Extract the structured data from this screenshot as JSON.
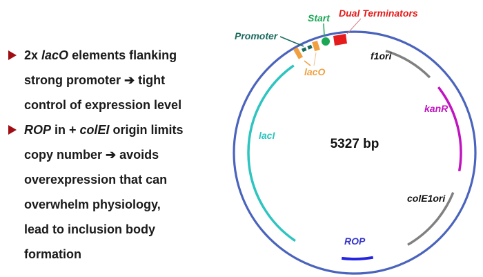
{
  "bullets": [
    {
      "lines": [
        [
          {
            "t": "2x "
          },
          {
            "t": "lacO",
            "i": true
          },
          {
            "t": " elements flanking"
          }
        ],
        [
          {
            "t": "strong promoter ➔ tight"
          }
        ],
        [
          {
            "t": "control of expression level"
          }
        ]
      ]
    },
    {
      "lines": [
        [
          {
            "t": "ROP",
            "i": true
          },
          {
            "t": " in + "
          },
          {
            "t": "colEI",
            "i": true
          },
          {
            "t": " origin limits"
          }
        ],
        [
          {
            "t": "copy number ➔ avoids"
          }
        ],
        [
          {
            "t": "overexpression that can"
          }
        ],
        [
          {
            "t": "overwhelm physiology,"
          }
        ],
        [
          {
            "t": "lead to inclusion body"
          }
        ],
        [
          {
            "t": "formation"
          }
        ]
      ]
    }
  ],
  "plasmid": {
    "size_label": "5327 bp",
    "backbone_color": "#4a63bd",
    "features": [
      {
        "name": "lacI",
        "label": "lacI",
        "color": "#2ec4c0",
        "start_deg": 214,
        "end_deg": 325
      },
      {
        "name": "f1ori",
        "label": "f1ori",
        "color": "#808080",
        "start_deg": 17,
        "end_deg": 45
      },
      {
        "name": "kanR",
        "label": "kanR",
        "color": "#c014c0",
        "start_deg": 52,
        "end_deg": 100
      },
      {
        "name": "colE1ori",
        "label": "colE1ori",
        "color": "#808080",
        "start_deg": 112,
        "end_deg": 150
      },
      {
        "name": "ROP",
        "label": "ROP",
        "color": "#2424e0",
        "start_deg": 170,
        "end_deg": 187
      }
    ],
    "annotations": {
      "promoter": {
        "label": "Promoter",
        "color": "#1a6a5e"
      },
      "start": {
        "label": "Start",
        "color": "#1aa855"
      },
      "terminators": {
        "label": "Dual Terminators",
        "color": "#e41b1b"
      },
      "laco": {
        "label": "lacO",
        "color": "#f0a040"
      }
    }
  }
}
